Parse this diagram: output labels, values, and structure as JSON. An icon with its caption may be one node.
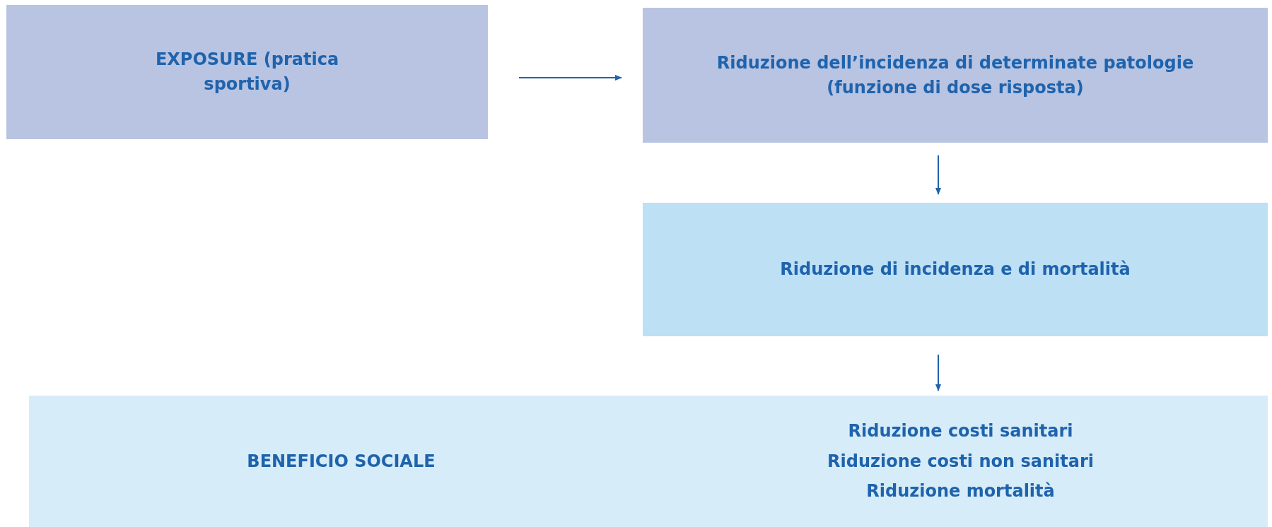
{
  "diagram": {
    "nodes": [
      {
        "text": [
          "EXPOSURE (pratica sportiva)"
        ]
      },
      {
        "text": [
          "Riduzione dell’incidenza di determinate patologie (funzione di dose risposta)"
        ]
      },
      {
        "text": [
          "Riduzione di incidenza e di mortalità"
        ]
      },
      {
        "text": [
          "BENEFICIO SOCIALE"
        ]
      },
      {
        "text": [
          "Riduzione costi sanitari",
          "Riduzione costi non sanitari",
          "Riduzione mortalità"
        ]
      }
    ],
    "edges": [
      {
        "from": 0,
        "to": 1,
        "arrow": "to"
      },
      {
        "from": 1,
        "to": 2,
        "arrow": "to"
      },
      {
        "from": 2,
        "to": 4,
        "arrow": "to"
      }
    ]
  }
}
